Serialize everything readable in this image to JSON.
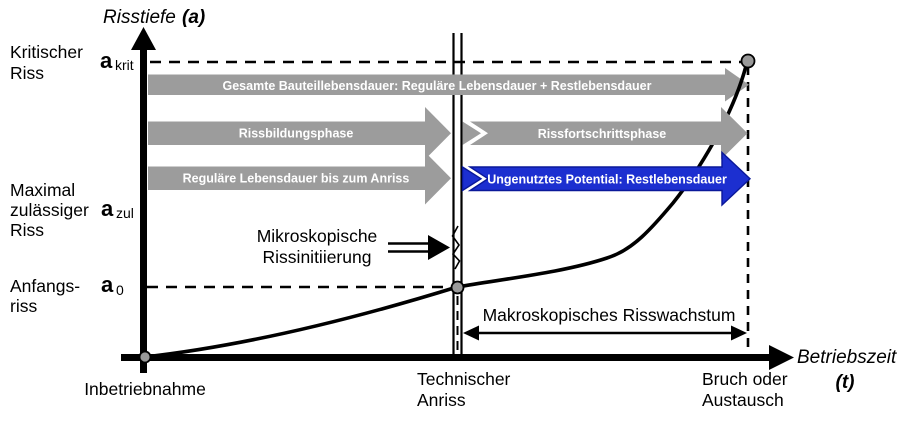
{
  "colors": {
    "gray": "#9c9c9c",
    "blue": "#1c2fd0",
    "blue_border": "#0a1899",
    "dot_fill": "#999999"
  },
  "y_axis": {
    "label": "Risstiefe",
    "symbol": "(a)"
  },
  "x_axis": {
    "label": "Betriebszeit",
    "symbol": "(t)"
  },
  "y_markers": {
    "krit": {
      "line1": "Kritischer",
      "line2": "Riss",
      "symbol": "a",
      "sub": "krit"
    },
    "zul": {
      "line1": "Maximal",
      "line2": "zulässiger",
      "line3": "Riss",
      "symbol": "a",
      "sub": "zul"
    },
    "a0": {
      "line1": "Anfangs-",
      "line2": "riss",
      "symbol": "a",
      "sub": "0"
    }
  },
  "bands": {
    "total": "Gesamte Bauteillebensdauer: Reguläre Lebensdauer + Restlebensdauer",
    "formation": "Rissbildungsphase",
    "propagation": "Rissfortschrittsphase",
    "regular_life": "Reguläre Lebensdauer bis zum Anriss",
    "unused_potential": "Ungenutztes Potential: Restlebensdauer"
  },
  "annotations": {
    "micro_line1": "Mikroskopische",
    "micro_line2": "Rissinitiierung",
    "macro": "Makroskopisches Risswachstum"
  },
  "x_labels": {
    "start": "Inbetriebnahme",
    "anriss_line1": "Technischer",
    "anriss_line2": "Anriss",
    "end_line1": "Bruch oder",
    "end_line2": "Austausch"
  }
}
